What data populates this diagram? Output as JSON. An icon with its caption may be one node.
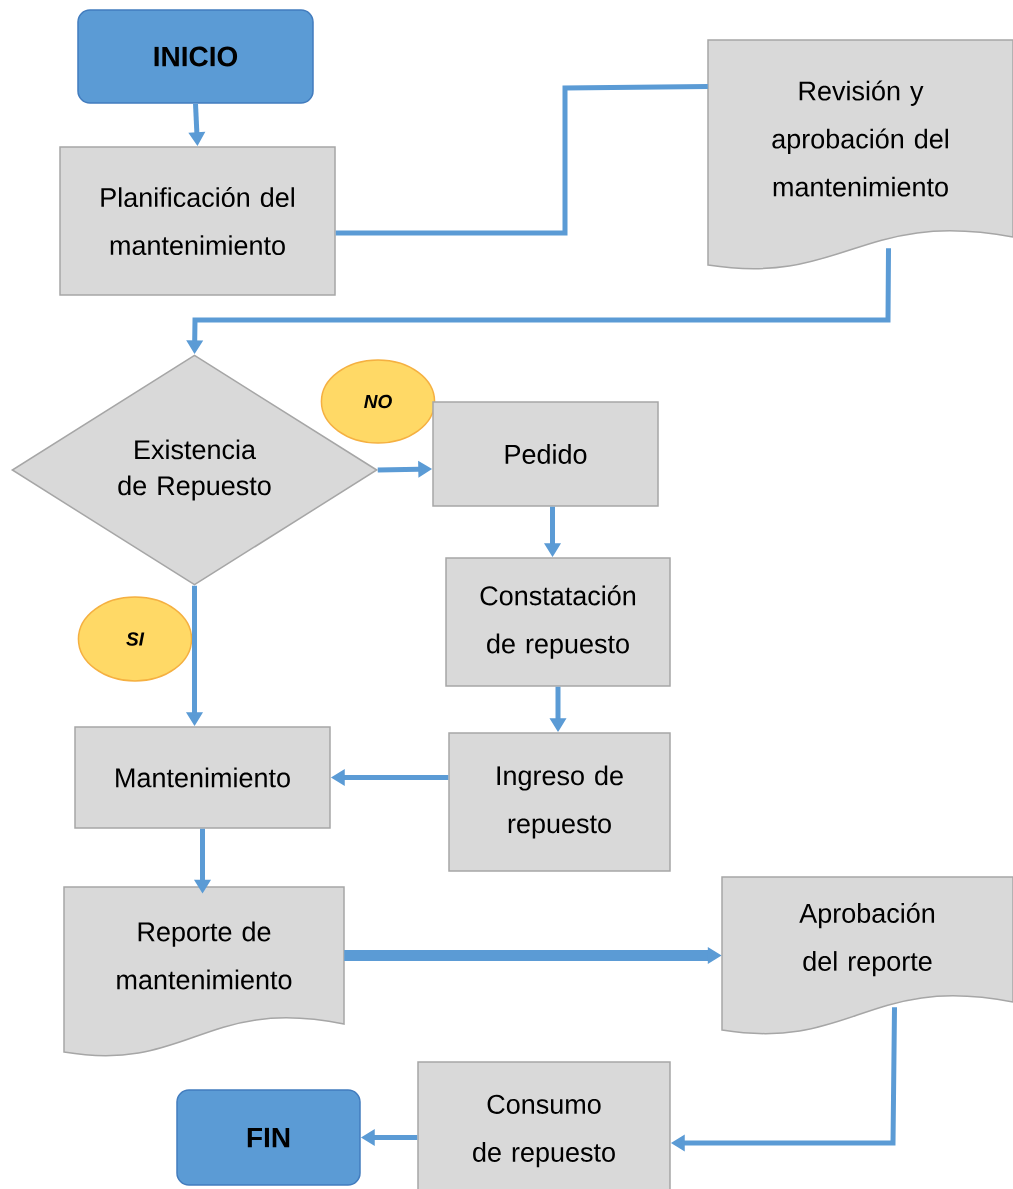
{
  "diagram": {
    "nodes": [
      {
        "text": [
          "INICIO"
        ]
      },
      {
        "text": [
          "Planificación del mantenimiento"
        ]
      },
      {
        "text": [
          "Revisión y aprobación del mantenimiento"
        ]
      },
      {
        "text": [
          "Existencia de Repuesto"
        ]
      },
      {
        "text": [
          "NO"
        ]
      },
      {
        "text": [
          "Pedido"
        ]
      },
      {
        "text": [
          "SI"
        ]
      },
      {
        "text": [
          "Constatación de repuesto"
        ]
      },
      {
        "text": [
          "Mantenimiento"
        ]
      },
      {
        "text": [
          "Ingreso de repuesto"
        ]
      },
      {
        "text": [
          "Reporte de mantenimiento"
        ]
      },
      {
        "text": [
          "Aprobación del reporte"
        ]
      },
      {
        "text": [
          "Consumo de repuesto"
        ]
      },
      {
        "text": [
          "FIN"
        ]
      }
    ],
    "edges": [
      {
        "from": 0,
        "to": 1,
        "arrow": "to"
      },
      {
        "from": 1,
        "to": 2,
        "arrow": "none"
      },
      {
        "from": 2,
        "to": 3,
        "arrow": "to"
      },
      {
        "from": 3,
        "to": 5,
        "arrow": "to"
      },
      {
        "from": 3,
        "to": 8,
        "arrow": "to"
      },
      {
        "from": 5,
        "to": 7,
        "arrow": "to"
      },
      {
        "from": 7,
        "to": 9,
        "arrow": "to"
      },
      {
        "from": 9,
        "to": 8,
        "arrow": "to"
      },
      {
        "from": 8,
        "to": 10,
        "arrow": "to"
      },
      {
        "from": 10,
        "to": 11,
        "arrow": "to",
        "style": "thick"
      },
      {
        "from": 11,
        "to": 12,
        "arrow": "to"
      },
      {
        "from": 12,
        "to": 13,
        "arrow": "to"
      }
    ]
  }
}
